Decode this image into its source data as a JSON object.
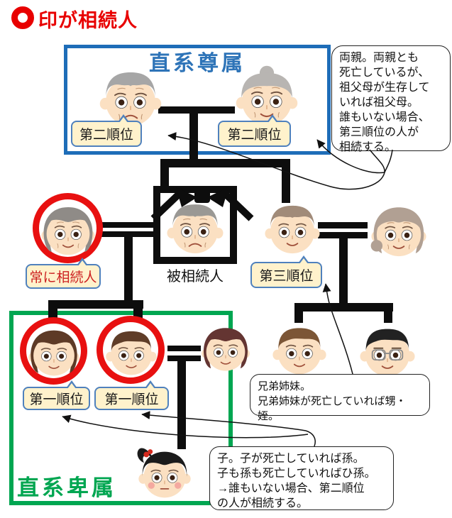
{
  "legend": {
    "text": "印が相続人"
  },
  "groups": {
    "ascendants_title": "直系尊属",
    "descendants_title": "直系卑属"
  },
  "labels": {
    "rank2_left": "第二順位",
    "rank2_right": "第二順位",
    "always_heir": "常に相続人",
    "deceased": "被相続人",
    "rank3": "第三順位",
    "rank1_left": "第一順位",
    "rank1_right": "第一順位"
  },
  "bubbles": {
    "parents": "両親。両親とも\n死亡しているが、\n祖父母が生存して\nいれば祖父母。\n誰もいない場合、\n第三順位の人が\n相続する。",
    "siblings": "兄弟姉妹。\n兄弟姉妹が死亡していれば甥・姪。",
    "children": "子。子が死亡していれば孫。\n子も孫も死亡していればひ孫。\n→誰もいない場合、第二順位\nの人が相続する。"
  },
  "colors": {
    "red_accent": "#e80000",
    "heir_circle_red": "#e81010",
    "blue_box": "#1e6db8",
    "blue_title": "#2e74b8",
    "green_box": "#00a651",
    "tag_fill": "#fff2cc",
    "tag_border": "#4f81bd",
    "tag_red_text": "#cc2222",
    "line_black": "#0d0d0d"
  },
  "people": [
    {
      "id": "grandfather",
      "icon": "elderly-man-face-icon",
      "hair": "#a6a6a6",
      "style": "combover",
      "mouth": "frown",
      "brows": "sad",
      "old": true
    },
    {
      "id": "grandmother",
      "icon": "elderly-woman-bun-face-icon",
      "hair": "#b8b5b2",
      "style": "bun",
      "mouth": "smile",
      "brows": "arc",
      "old": true
    },
    {
      "id": "deceased",
      "icon": "deceased-elderly-man-face-icon",
      "hair": "#9a9894",
      "style": "combover",
      "mouth": "frown",
      "brows": "sad",
      "old": true
    },
    {
      "id": "wife",
      "icon": "elderly-woman-bob-face-icon",
      "hair": "#8f8b87",
      "style": "bob",
      "mouth": "smile",
      "brows": "arc",
      "old": true
    },
    {
      "id": "brother",
      "icon": "middle-aged-man-face-icon",
      "hair": "#a18b79",
      "style": "combover",
      "mouth": "smile",
      "brows": "arc",
      "old": false
    },
    {
      "id": "brother-wife",
      "icon": "middle-aged-woman-face-icon",
      "hair": "#b1a093",
      "style": "bun2",
      "mouth": "smile",
      "brows": "arc",
      "old": true
    },
    {
      "id": "nephew1",
      "icon": "young-man-face-icon",
      "hair": "#7c5636",
      "style": "short",
      "mouth": "smile",
      "brows": "arc",
      "old": false
    },
    {
      "id": "nephew2",
      "icon": "young-man-glasses-face-icon",
      "hair": "#222222",
      "style": "short",
      "mouth": "smile",
      "brows": "line",
      "old": false,
      "glasses": true
    },
    {
      "id": "daughter",
      "icon": "young-woman-face-icon",
      "hair": "#5d3a26",
      "style": "bob",
      "mouth": "smile",
      "brows": "arc",
      "old": false
    },
    {
      "id": "son",
      "icon": "young-man-face-icon",
      "hair": "#5f3d28",
      "style": "short",
      "mouth": "smile",
      "brows": "arc",
      "old": false
    },
    {
      "id": "son-wife",
      "icon": "young-woman-bangs-face-icon",
      "hair": "#643532",
      "style": "bob",
      "mouth": "smile",
      "brows": "arc",
      "old": false
    },
    {
      "id": "granddaughter",
      "icon": "little-girl-ponytail-face-icon",
      "hair": "#1b1b1b",
      "style": "sidepony",
      "mouth": "neutral",
      "brows": "sad",
      "old": false,
      "blush": true,
      "accessory": "#d42a1e"
    }
  ]
}
